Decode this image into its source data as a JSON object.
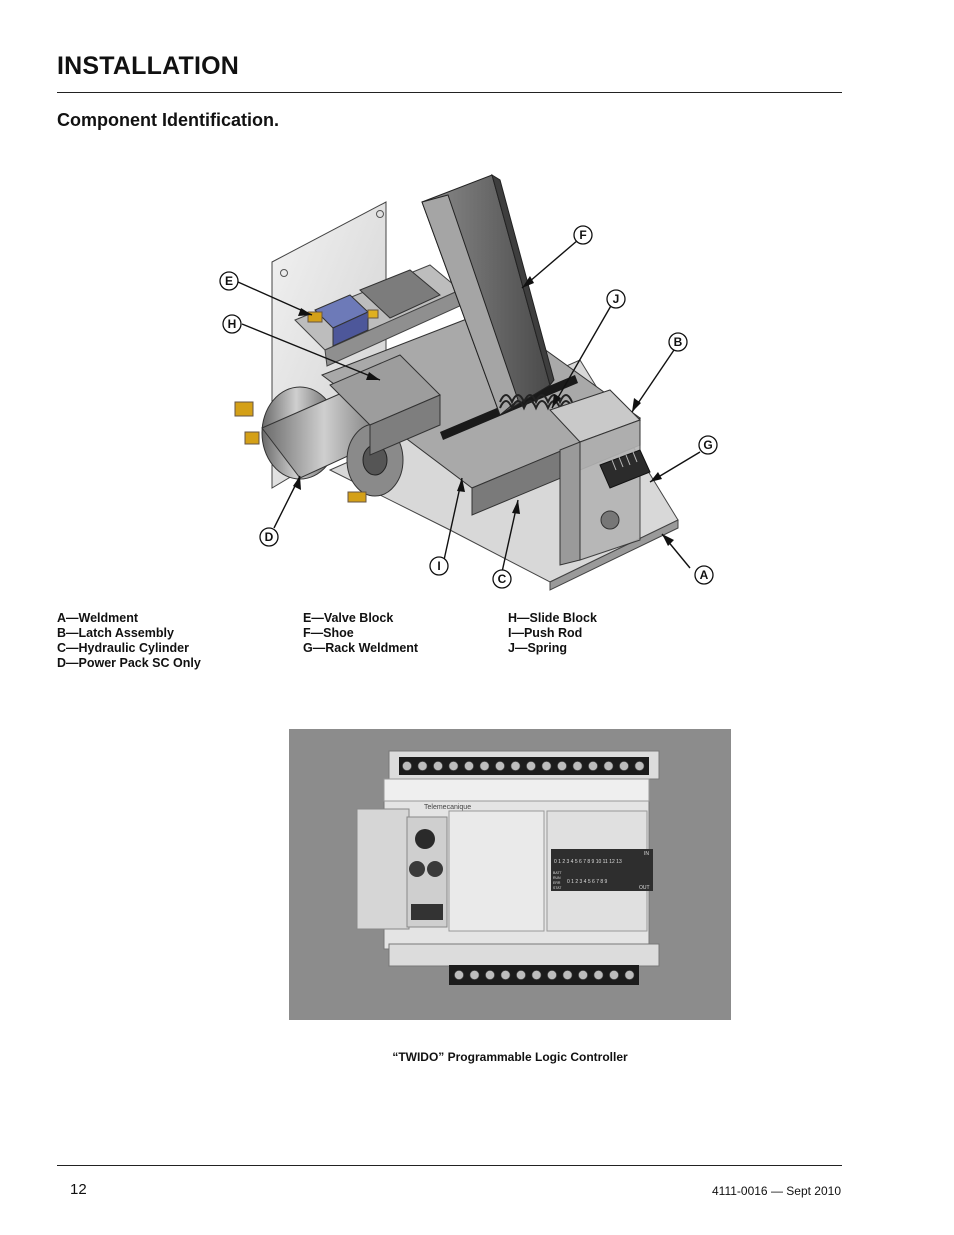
{
  "header": {
    "section_title": "INSTALLATION",
    "subtitle": "Component Identification."
  },
  "figure1": {
    "callouts": [
      "A",
      "B",
      "C",
      "D",
      "E",
      "F",
      "G",
      "H",
      "I",
      "J"
    ]
  },
  "legend": {
    "col1": [
      "A—Weldment",
      "B—Latch Assembly",
      "C—Hydraulic Cylinder",
      "D—Power Pack SC Only"
    ],
    "col2": [
      "E—Valve Block",
      "F—Shoe",
      "G—Rack Weldment"
    ],
    "col3": [
      "H—Slide Block",
      "I—Push Rod",
      "J—Spring"
    ]
  },
  "figure2": {
    "caption": "“TWIDO” Programmable Logic Controller",
    "brand_text": "Telemecanique",
    "status_labels": [
      "BATT",
      "RUN",
      "ERR",
      "STAT"
    ],
    "io_label_in": "IN",
    "io_label_out": "OUT",
    "in_numbers": "0 1 2 3 4 5 6 7 8 9 10 11 12 13",
    "out_numbers": "0 1 2 3 4 5 6 7 8 9"
  },
  "footer": {
    "page_number": "12",
    "doc_id": "4111-0016 — Sept 2010"
  }
}
